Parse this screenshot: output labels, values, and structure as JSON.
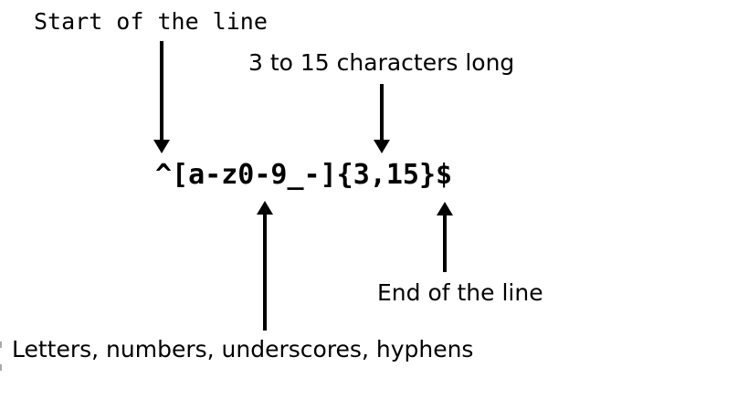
{
  "diagram": {
    "type": "regex-annotation",
    "regex_pattern": "^[a-z0-9_-]{3,15}$",
    "annotations": {
      "start_of_line": "Start of the line",
      "length": "3 to 15 characters long",
      "character_set": "Letters, numbers, underscores, hyphens",
      "end_of_line": "End of the line"
    },
    "colors": {
      "ink": "#000000",
      "background": "#ffffff"
    }
  }
}
